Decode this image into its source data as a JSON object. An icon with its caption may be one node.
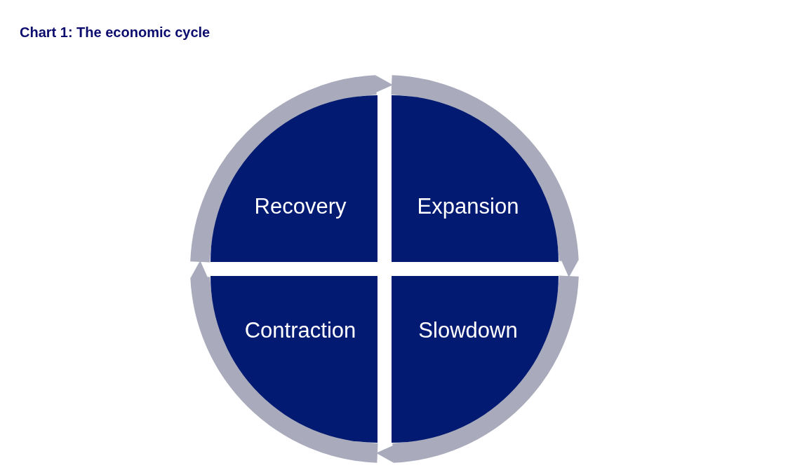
{
  "diagram": {
    "title": "Chart 1: The economic cycle",
    "nodes": [
      {
        "text": [
          "Recovery"
        ]
      },
      {
        "text": [
          "Expansion"
        ]
      },
      {
        "text": [
          "Contraction"
        ]
      },
      {
        "text": [
          "Slowdown"
        ]
      }
    ],
    "edges": [
      {
        "from": 0,
        "to": 1,
        "arrow": "to"
      },
      {
        "from": 1,
        "to": 3,
        "arrow": "to"
      },
      {
        "from": 3,
        "to": 2,
        "arrow": "to"
      },
      {
        "from": 2,
        "to": 0,
        "arrow": "to"
      }
    ]
  }
}
